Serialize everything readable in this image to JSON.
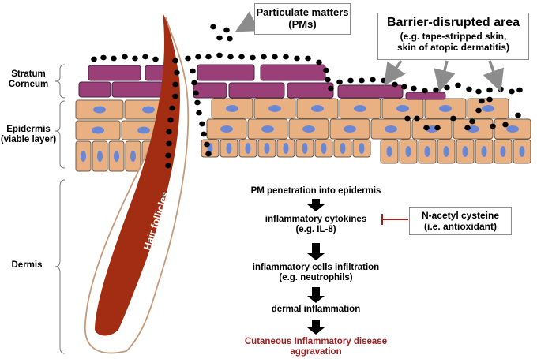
{
  "layers": {
    "stratum_corneum": "Stratum\nCorneum",
    "epidermis": "Epidermis\n(viable layer)",
    "dermis": "Dermis"
  },
  "callouts": {
    "pm_line1": "Particulate matters",
    "pm_line2": "(PMs)",
    "barrier_title": "Barrier-disrupted area",
    "barrier_line2": "(e.g. tape-stripped skin,",
    "barrier_line3": "skin of atopic dermatitis)",
    "nac_line1": "N-acetyl cysteine",
    "nac_line2": "(i.e. antioxidant)"
  },
  "hair_follicle_label": "Hair follicles",
  "pathway": {
    "step1": "PM penetration into epidermis",
    "step2_line1": "inflammatory cytokines",
    "step2_line2": "(e.g. IL-8)",
    "step3_line1": "inflammatory cells infiltration",
    "step3_line2": "(e.g. neutrophils)",
    "step4": "dermal inflammation",
    "step5_line1": "Cutaneous Inflammatory disease",
    "step5_line2": "aggravation"
  },
  "colors": {
    "corneum": "#9b3f78",
    "cell": "#e9b182",
    "nucleus": "#6a87d6",
    "hair": "#a22d12",
    "outcome": "#a11e1e"
  }
}
